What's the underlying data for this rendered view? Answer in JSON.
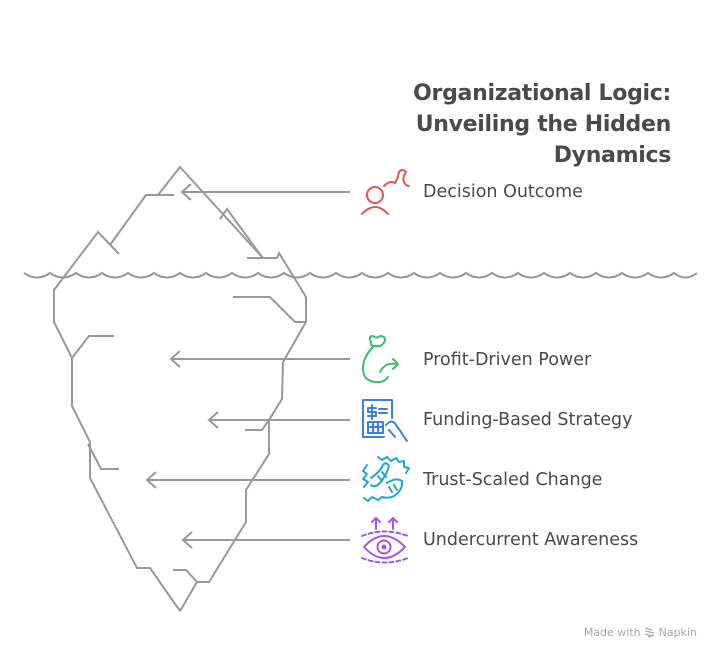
{
  "title": {
    "lines": [
      "Organizational Logic:",
      "Unveiling the Hidden",
      "Dynamics"
    ]
  },
  "items": [
    {
      "label": "Decision Outcome",
      "icon": "person-idea-icon",
      "color": "#E05555",
      "zone": "above-water"
    },
    {
      "label": "Profit-Driven Power",
      "icon": "money-bag-arrow-icon",
      "color": "#3DBE6E",
      "zone": "below-water"
    },
    {
      "label": "Funding-Based Strategy",
      "icon": "financial-document-hand-icon",
      "color": "#3F7FE0",
      "zone": "below-water"
    },
    {
      "label": "Trust-Scaled Change",
      "icon": "handshake-icon",
      "color": "#22A4D8",
      "zone": "below-water"
    },
    {
      "label": "Undercurrent Awareness",
      "icon": "eye-arrows-up-icon",
      "color": "#A855E0",
      "zone": "below-water"
    }
  ],
  "colors": {
    "outline": "#999999",
    "title": "#4a4a4a",
    "text": "#4a4a4a"
  },
  "footer": {
    "made_with": "Made with",
    "brand": "Napkin"
  }
}
